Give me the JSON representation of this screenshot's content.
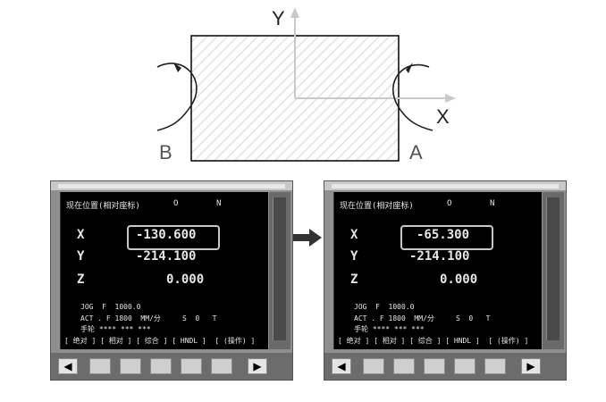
{
  "diagram": {
    "axis_y": "Y",
    "axis_x": "X",
    "point_a": "A",
    "point_b": "B"
  },
  "panels": [
    {
      "header": "现在位置(相对座标)",
      "header_o": "O",
      "header_n": "N",
      "x_label": "X",
      "x_value": "-130.600",
      "y_label": "Y",
      "y_value": "-214.100",
      "z_label": "Z",
      "z_value": "0.000",
      "jog_line": "JOG  F  1000.0",
      "act_line": "ACT . F 1800  MM/分     S  0   T",
      "hand_line": "手轮 **** *** ***",
      "softkey_line": "[ 绝对 ] [ 相对 ] [ 综合 ] [ HNDL ]  [ (操作) ]"
    },
    {
      "header": "现在位置(相对座标)",
      "header_o": "O",
      "header_n": "N",
      "x_label": "X",
      "x_value": "-65.300",
      "y_label": "Y",
      "y_value": "-214.100",
      "z_label": "Z",
      "z_value": "0.000",
      "jog_line": "JOG  F  1000.0",
      "act_line": "ACT . F 1800  MM/分     S  0   T",
      "hand_line": "手轮 **** *** ***",
      "softkey_line": "[ 绝对 ] [ 相对 ] [ 综合 ] [ HNDL ]  [ (操作) ]"
    }
  ],
  "icons": {
    "transition": "right-arrow-icon",
    "softkey_left": "◀",
    "softkey_right": "▶"
  }
}
